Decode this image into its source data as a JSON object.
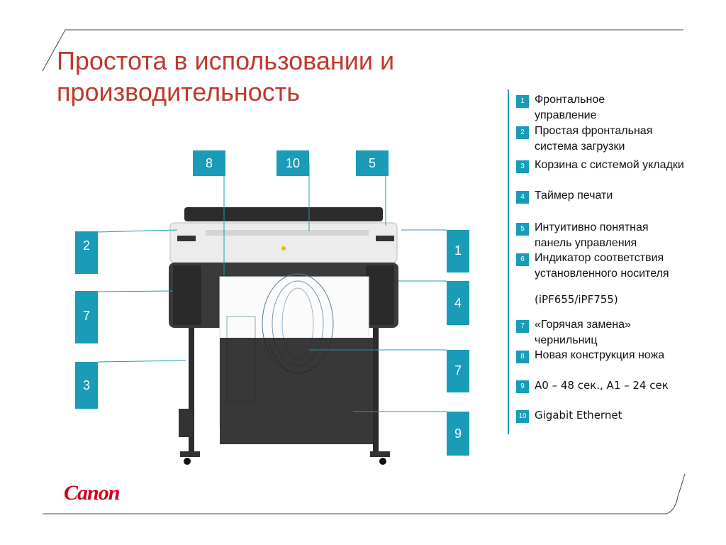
{
  "title": {
    "line1": "Простота в использовании и",
    "line2": "производительность"
  },
  "features": [
    {
      "num": "1",
      "text1": "Фронтальное",
      "text2": "управление"
    },
    {
      "num": "2",
      "text1": "Простая фронтальная",
      "text2": "система загрузки"
    },
    {
      "num": "3",
      "text1": "Корзина с системой укладки",
      "text2": ""
    },
    {
      "num": "4",
      "text1": "Таймер печати",
      "text2": ""
    },
    {
      "num": "5",
      "text1": "Интуитивно понятная",
      "text2": "панель управления"
    },
    {
      "num": "6",
      "text1": "Индикатор соответствия",
      "text2": "установленного носителя",
      "text3": "(iPF655/iPF755)"
    },
    {
      "num": "7",
      "text1": "«Горячая замена»",
      "text2": "чернильниц"
    },
    {
      "num": "8",
      "text1": "Новая конструкция ножа",
      "text2": ""
    },
    {
      "num": "9",
      "text1": "А0 – 48 сек., А1 – 24 сек",
      "text2": ""
    },
    {
      "num": "10",
      "text1": "Gigabit Ethernet",
      "text2": ""
    }
  ],
  "callouts": {
    "top_8": "8",
    "top_10": "10",
    "top_5": "5",
    "left_2": "2",
    "left_7": "7",
    "left_3": "3",
    "right_1": "1",
    "right_4": "4",
    "right_7": "7",
    "right_9": "9"
  },
  "logo": "Canon",
  "colors": {
    "accent": "#1a9bb8",
    "title": "#c0392b",
    "brand": "#d0021b"
  }
}
